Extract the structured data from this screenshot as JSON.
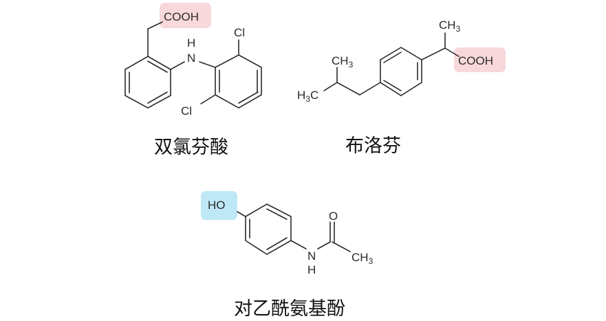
{
  "colors": {
    "acid_highlight": "#f8d8da",
    "hydroxyl_highlight": "#bfe8f6",
    "ink": "#2a2a2a"
  },
  "diclofenac": {
    "name": "双氯芬酸",
    "cooh": "COOH",
    "n": "N",
    "h": "H",
    "cl_top": "Cl",
    "cl_bottom": "Cl"
  },
  "ibuprofen": {
    "name": "布洛芬",
    "ch3_top": "CH",
    "ch3_top_sub": "3",
    "cooh": "COOH",
    "ch3_branch": "CH",
    "ch3_branch_sub": "3",
    "h3c_h": "H",
    "h3c_sub": "3",
    "h3c_c": "C"
  },
  "paracetamol": {
    "name": "对乙酰氨基酚",
    "ho": "HO",
    "o": "O",
    "n": "N",
    "h": "H",
    "ch3": "CH",
    "ch3_sub": "3"
  }
}
